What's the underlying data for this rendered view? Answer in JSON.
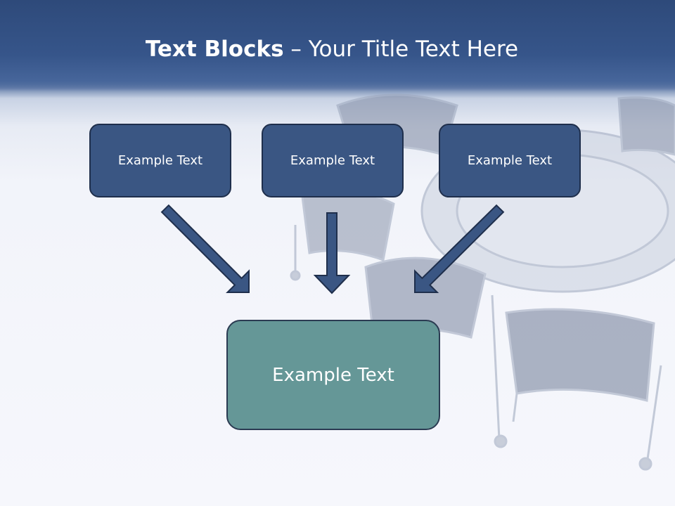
{
  "slide": {
    "title_bold": "Text Blocks",
    "title_rest": " – Your Title Text Here"
  },
  "diagram": {
    "top_boxes": [
      {
        "label": "Example Text"
      },
      {
        "label": "Example Text"
      },
      {
        "label": "Example Text"
      }
    ],
    "bottom_box": {
      "label": "Example Text"
    },
    "colors": {
      "header": "#36558a",
      "top_box_fill": "#3a5683",
      "bottom_box_fill": "#659797",
      "arrow_fill": "#3a5683",
      "outline": "#1f2f4c"
    }
  }
}
